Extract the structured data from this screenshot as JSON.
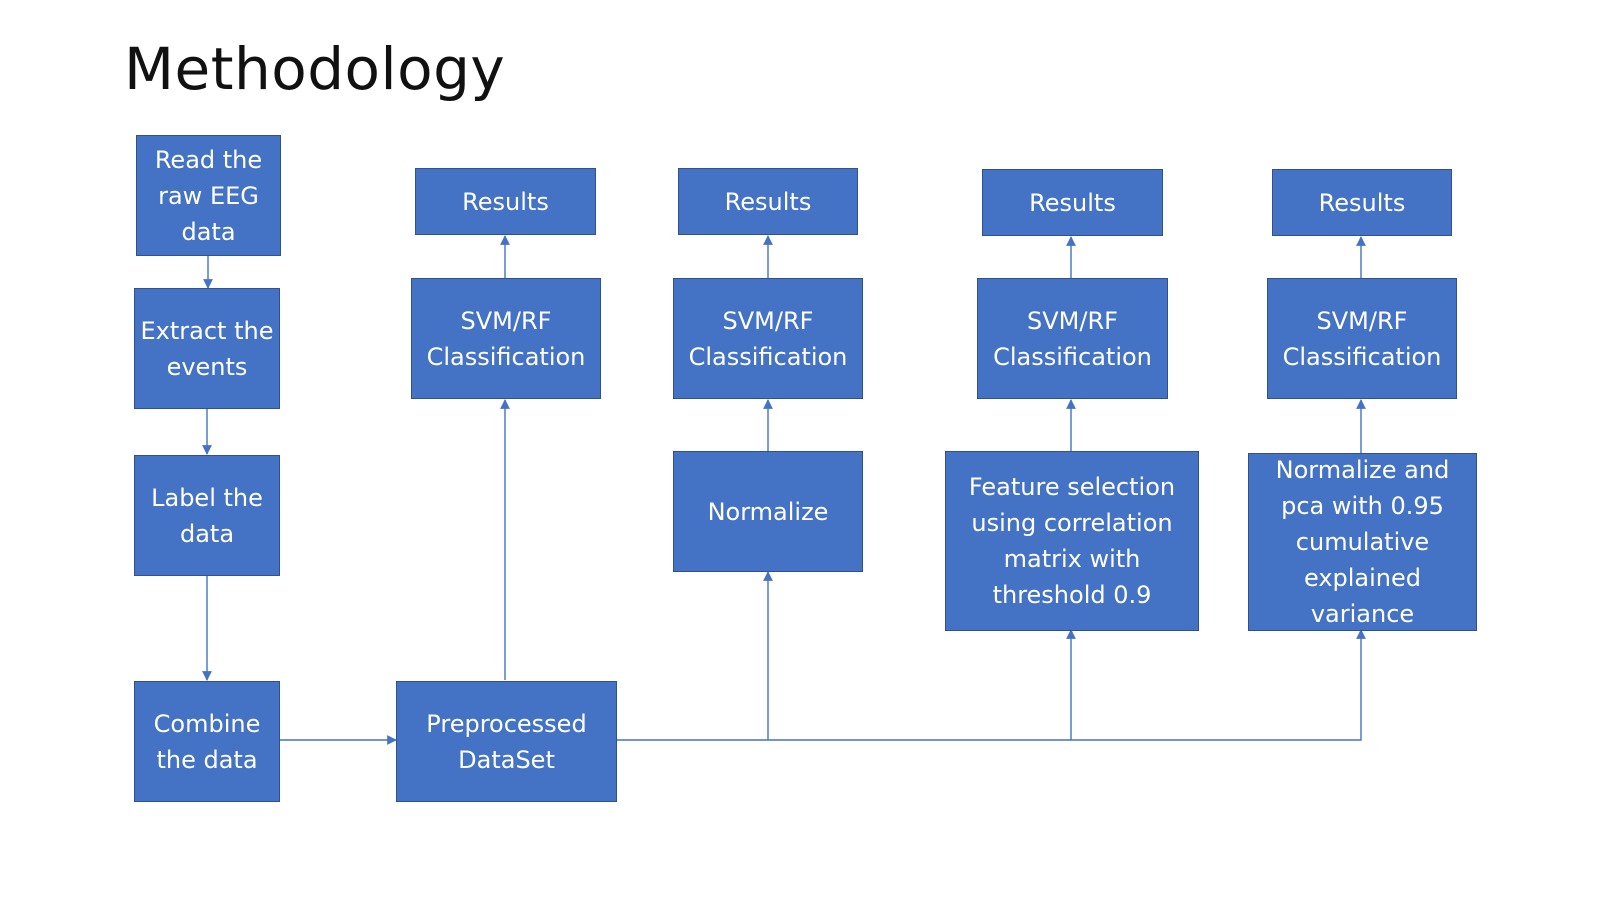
{
  "title": "Methodology",
  "colors": {
    "box_fill": "#4472c4",
    "box_border": "#2f528f",
    "box_text": "#ffffff",
    "connector": "#4472c4",
    "title_text": "#111111"
  },
  "boxes": {
    "read_raw": "Read the raw EEG data",
    "extract_events": "Extract the events",
    "label_data": "Label the data",
    "combine_data": "Combine the data",
    "preprocessed": "Preprocessed DataSet",
    "classification_1": "SVM/RF Classification",
    "classification_2": "SVM/RF Classification",
    "classification_3": "SVM/RF Classification",
    "classification_4": "SVM/RF Classification",
    "results_1": "Results",
    "results_2": "Results",
    "results_3": "Results",
    "results_4": "Results",
    "normalize": "Normalize",
    "feature_selection": "Feature selection using correlation matrix with threshold 0.9",
    "normalize_pca": "Normalize and pca with 0.95 cumulative explained variance"
  },
  "edges": [
    [
      "read_raw",
      "extract_events"
    ],
    [
      "extract_events",
      "label_data"
    ],
    [
      "label_data",
      "combine_data"
    ],
    [
      "combine_data",
      "preprocessed"
    ],
    [
      "preprocessed",
      "classification_1"
    ],
    [
      "preprocessed",
      "normalize"
    ],
    [
      "preprocessed",
      "feature_selection"
    ],
    [
      "preprocessed",
      "normalize_pca"
    ],
    [
      "normalize",
      "classification_2"
    ],
    [
      "feature_selection",
      "classification_3"
    ],
    [
      "normalize_pca",
      "classification_4"
    ],
    [
      "classification_1",
      "results_1"
    ],
    [
      "classification_2",
      "results_2"
    ],
    [
      "classification_3",
      "results_3"
    ],
    [
      "classification_4",
      "results_4"
    ]
  ]
}
